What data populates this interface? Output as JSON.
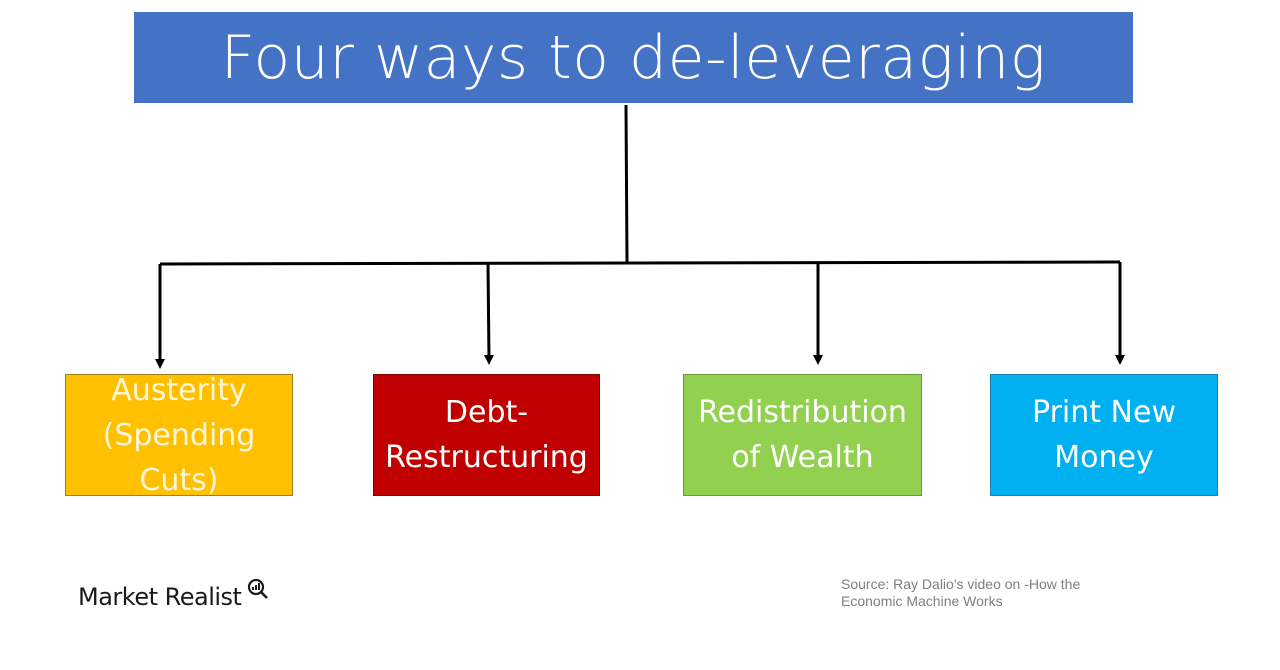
{
  "diagram": {
    "title": "Four ways to de-leveraging",
    "title_color": "#4472c4",
    "nodes": [
      {
        "label": "Austerity\n(Spending\nCuts)",
        "color": "#ffc000"
      },
      {
        "label": "Debt-\nRestructuring",
        "color": "#c00000"
      },
      {
        "label": "Redistribution\nof Wealth",
        "color": "#92d050"
      },
      {
        "label": "Print New\nMoney",
        "color": "#00b0f0"
      }
    ],
    "edges": [
      {
        "from": "title",
        "to": "Austerity (Spending Cuts)"
      },
      {
        "from": "title",
        "to": "Debt-Restructuring"
      },
      {
        "from": "title",
        "to": "Redistribution of Wealth"
      },
      {
        "from": "title",
        "to": "Print New Money"
      }
    ]
  },
  "footer": {
    "logo_text": "Market Realist",
    "source": "Source: Ray Dalio's video on -How the Economic Machine Works"
  }
}
